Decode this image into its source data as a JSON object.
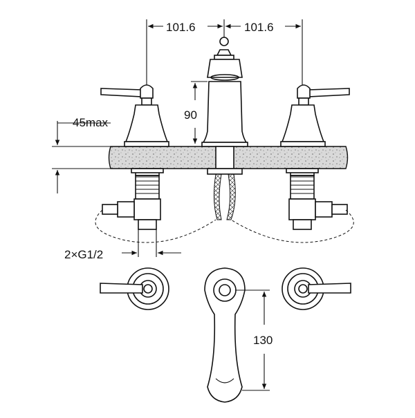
{
  "dimensions": {
    "left_spacing": "101.6",
    "right_spacing": "101.6",
    "spout_height": "90",
    "deck_thickness": "45max",
    "connection": "2×G1/2",
    "spout_reach": "130"
  }
}
